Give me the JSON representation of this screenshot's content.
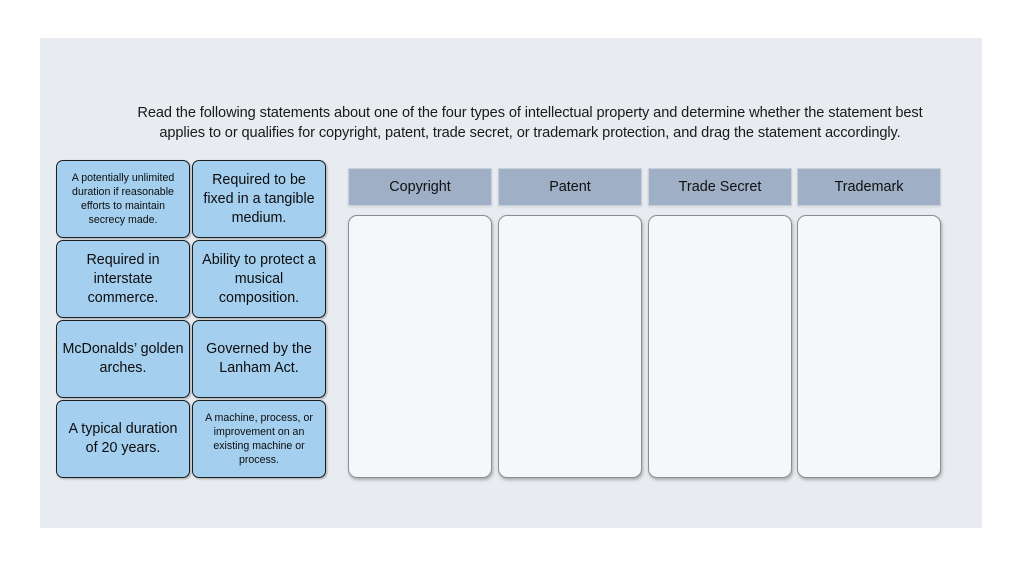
{
  "activity": {
    "instructions": "Read the following statements about one of the four types of intellectual property and determine whether the statement best applies to or qualifies for copyright, patent, trade secret, or trademark protection, and drag the statement accordingly."
  },
  "statements": [
    {
      "text": "A potentially unlimited duration if reasonable efforts to maintain secrecy made.",
      "size": "small",
      "column": "left",
      "row": 0
    },
    {
      "text": "Required to be fixed in a tangible medium.",
      "size": "large",
      "column": "right",
      "row": 0
    },
    {
      "text": "Required in interstate commerce.",
      "size": "large",
      "column": "left",
      "row": 1
    },
    {
      "text": "Ability to protect a musical composition.",
      "size": "large",
      "column": "right",
      "row": 1
    },
    {
      "text": "McDonalds’ golden arches.",
      "size": "large",
      "column": "left",
      "row": 2
    },
    {
      "text": "Governed by the Lanham Act.",
      "size": "large",
      "column": "right",
      "row": 2
    },
    {
      "text": "A typical duration of 20 years.",
      "size": "large",
      "column": "left",
      "row": 3
    },
    {
      "text": "A machine, process, or improvement on an existing machine or process.",
      "size": "small",
      "column": "right",
      "row": 3
    }
  ],
  "categories": [
    {
      "label": "Copyright",
      "dropped_items": []
    },
    {
      "label": "Patent",
      "dropped_items": []
    },
    {
      "label": "Trade Secret",
      "dropped_items": []
    },
    {
      "label": "Trademark",
      "dropped_items": []
    }
  ],
  "colors": {
    "panel_background": "#e8ebef",
    "tile_fill": "#a4cfef",
    "tile_border": "#1f1f1f",
    "category_header_fill": "#9fafc6",
    "drop_zone_fill": "#f6f7fb",
    "drop_zone_border": "#8a8d92",
    "text": "#0d0d0d"
  }
}
